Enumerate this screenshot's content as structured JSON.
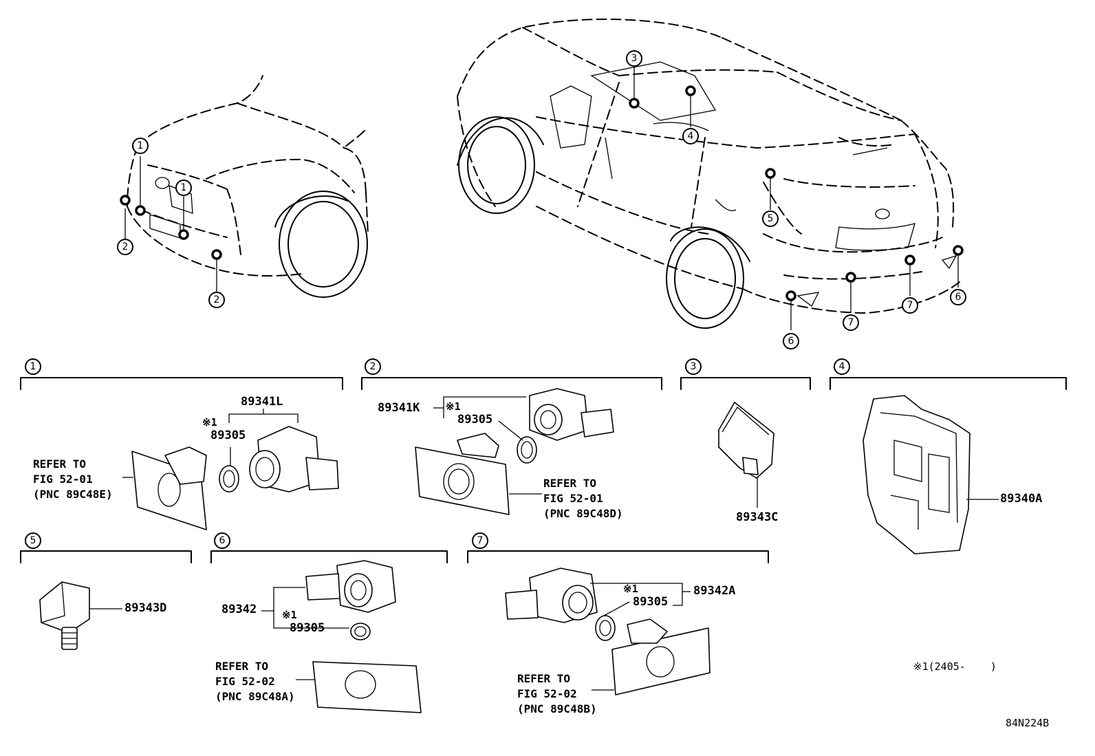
{
  "callouts": [
    "1",
    "2",
    "3",
    "4",
    "5",
    "6",
    "7"
  ],
  "section_labels": [
    "1",
    "2",
    "3",
    "4",
    "5",
    "6",
    "7"
  ],
  "parts": {
    "p89341L": "89341L",
    "p89341K": "89341K",
    "p89305": "89305",
    "p89343C": "89343C",
    "p89340A": "89340A",
    "p89343D": "89343D",
    "p89342": "89342",
    "p89342A": "89342A"
  },
  "footnote_mark": "※1",
  "refer": {
    "s1": "REFER TO\nFIG 52-01\n(PNC 89C48E)",
    "s2": "REFER TO\nFIG 52-01\n(PNC 89C48D)",
    "s6": "REFER TO\nFIG 52-02\n(PNC 89C48A)",
    "s7": "REFER TO\nFIG 52-02\n(PNC 89C48B)"
  },
  "footnote": "※1(2405-    )",
  "diagram_code": "84N224B"
}
